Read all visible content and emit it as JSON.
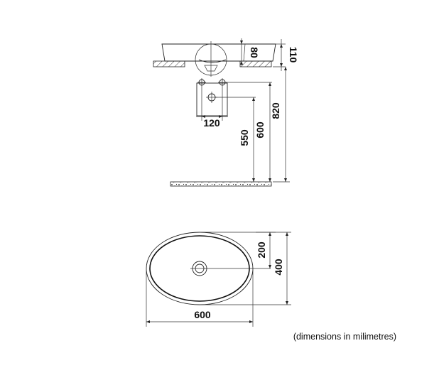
{
  "side_view": {
    "dims": {
      "bowl_height": "80",
      "rim_height": "110",
      "waste_spacing": "120",
      "waste_height": "550",
      "supply_height": "600",
      "rim_to_floor": "820"
    }
  },
  "top_view": {
    "dims": {
      "width": "600",
      "depth": "400",
      "center_offset": "200"
    }
  },
  "note": "(dimensions in milimetres)"
}
